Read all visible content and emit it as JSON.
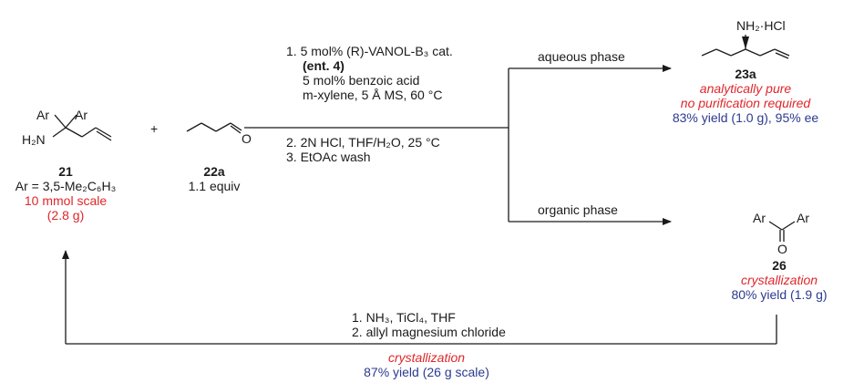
{
  "colors": {
    "red": "#e0262b",
    "blue": "#2b3a8f",
    "line": "#1a1a1a"
  },
  "sm21": {
    "ar1": "Ar",
    "ar2": "Ar",
    "nh2": "H₂N",
    "id": "21",
    "ar_def": "Ar = 3,5-Me₂C₆H₃",
    "scale": "10 mmol scale",
    "mass": "(2.8 g)"
  },
  "plus": "+",
  "sm22": {
    "o": "O",
    "id": "22a",
    "equiv": "1.1 equiv"
  },
  "conditions": {
    "l1": "1. 5 mol% (R)-VANOL-B₃ cat.",
    "l2": "(ent. 4)",
    "l3": "5 mol% benzoic acid",
    "l4": "m-xylene, 5 Å MS, 60 °C",
    "l5": "2. 2N HCl, THF/H₂O, 25 °C",
    "l6": "3. EtOAc wash"
  },
  "branches": {
    "aqueous": "aqueous phase",
    "organic": "organic phase"
  },
  "p23": {
    "salt": "NH₂·HCl",
    "id": "23a",
    "note1": "analytically pure",
    "note2": "no purification required",
    "yield": "83% yield (1.0 g), 95% ee"
  },
  "p26": {
    "ar1": "Ar",
    "ar2": "Ar",
    "o": "O",
    "id": "26",
    "note": "crystallization",
    "yield": "80% yield (1.9 g)"
  },
  "recycle": {
    "l1": "1. NH₃, TiCl₄, THF",
    "l2": "2. allyl magnesium chloride",
    "note": "crystallization",
    "yield": "87% yield (26 g scale)"
  }
}
